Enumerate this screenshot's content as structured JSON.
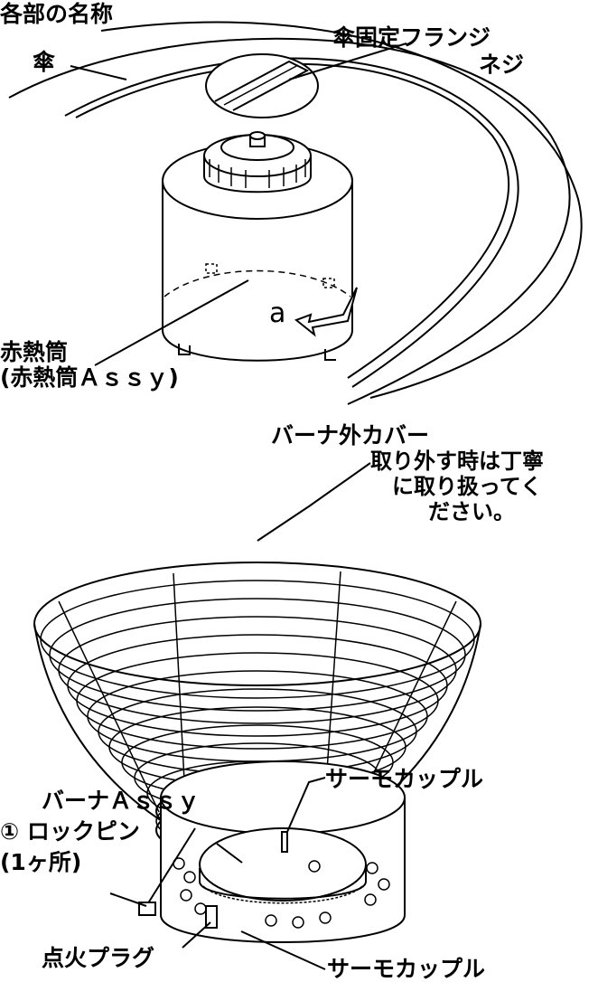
{
  "labels": {
    "title": "各部の名称",
    "umbrella": "傘",
    "umbrella_screw_1": "傘固定フランジ",
    "umbrella_screw_2": "ネジ",
    "marker_a": "a",
    "heat_tube_1": "赤熱筒",
    "heat_tube_2": "(赤熱筒Ａｓｓｙ)",
    "outer_cover": "バーナ外カバー",
    "care_1": "取り外す時は丁寧",
    "care_2": "に取り扱ってく",
    "care_3": "ださい。",
    "burner_assy": "バーナＡｓｓｙ",
    "lock_pin": "① ロックピン",
    "lock_pin_count": "(1ヶ所)",
    "thermocouple_top": "サーモカップル",
    "igniter": "点火プラグ",
    "thermocouple_bottom": "サーモカップル"
  }
}
